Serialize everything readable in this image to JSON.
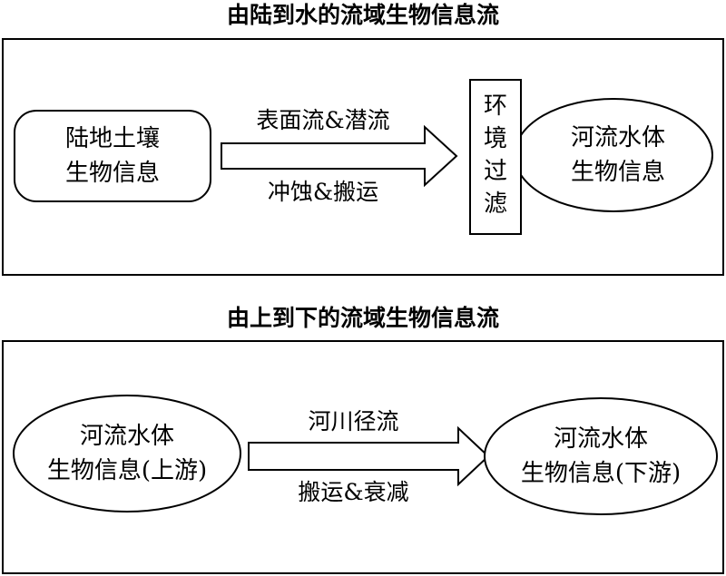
{
  "top": {
    "title": "由陆到水的流域生物信息流",
    "source": {
      "line1": "陆地土壤",
      "line2": "生物信息"
    },
    "arrow_label_top": "表面流&潜流",
    "arrow_label_bottom": "冲蚀&搬运",
    "filter": [
      "环",
      "境",
      "过",
      "滤"
    ],
    "target": {
      "line1": "河流水体",
      "line2": "生物信息"
    }
  },
  "bottom": {
    "title": "由上到下的流域生物信息流",
    "source": {
      "line1": "河流水体",
      "line2": "生物信息(上游)"
    },
    "arrow_label_top": "河川径流",
    "arrow_label_bottom": "搬运&衰减",
    "target": {
      "line1": "河流水体",
      "line2": "生物信息(下游)"
    }
  }
}
